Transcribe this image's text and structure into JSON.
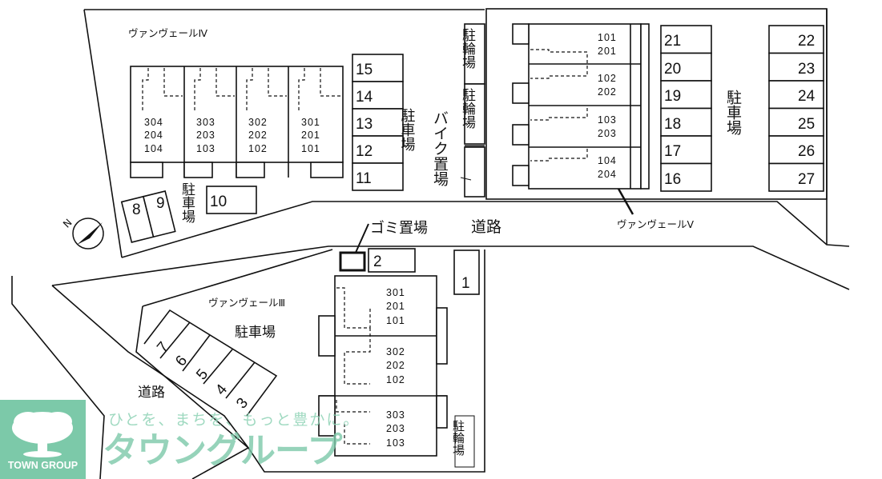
{
  "buildings": {
    "iv": {
      "name": "ヴァンヴェールⅣ",
      "units": [
        [
          "304",
          "204",
          "104"
        ],
        [
          "303",
          "203",
          "103"
        ],
        [
          "302",
          "202",
          "102"
        ],
        [
          "301",
          "201",
          "101"
        ]
      ]
    },
    "v": {
      "name": "ヴァンヴェールⅤ",
      "units": [
        [
          "101",
          "201"
        ],
        [
          "102",
          "202"
        ],
        [
          "103",
          "203"
        ],
        [
          "104",
          "204"
        ]
      ]
    },
    "iii": {
      "name": "ヴァンヴェールⅢ",
      "units": [
        [
          "301",
          "201",
          "101"
        ],
        [
          "302",
          "202",
          "102"
        ],
        [
          "303",
          "203",
          "103"
        ]
      ]
    }
  },
  "parking": {
    "label": "駐車場",
    "center_column": [
      "15",
      "14",
      "13",
      "12",
      "11"
    ],
    "v_left_column": [
      "21",
      "20",
      "19",
      "18",
      "17",
      "16"
    ],
    "v_right_column": [
      "22",
      "23",
      "24",
      "25",
      "26",
      "27"
    ],
    "west": [
      "8",
      "9",
      "10"
    ],
    "south": [
      "2",
      "1"
    ],
    "slanted": [
      "7",
      "6",
      "5",
      "4",
      "3"
    ]
  },
  "labels": {
    "bicycle_parking": "駐輪場",
    "bike_parking": "バイク置場",
    "road": "道路",
    "garbage": "ゴミ置場"
  },
  "logo": {
    "brand": "TOWN GROUP",
    "tagline": "ひとを、まちを、もっと豊かに。",
    "name_kana": "タウングループ",
    "color": "#7cc9a9"
  }
}
